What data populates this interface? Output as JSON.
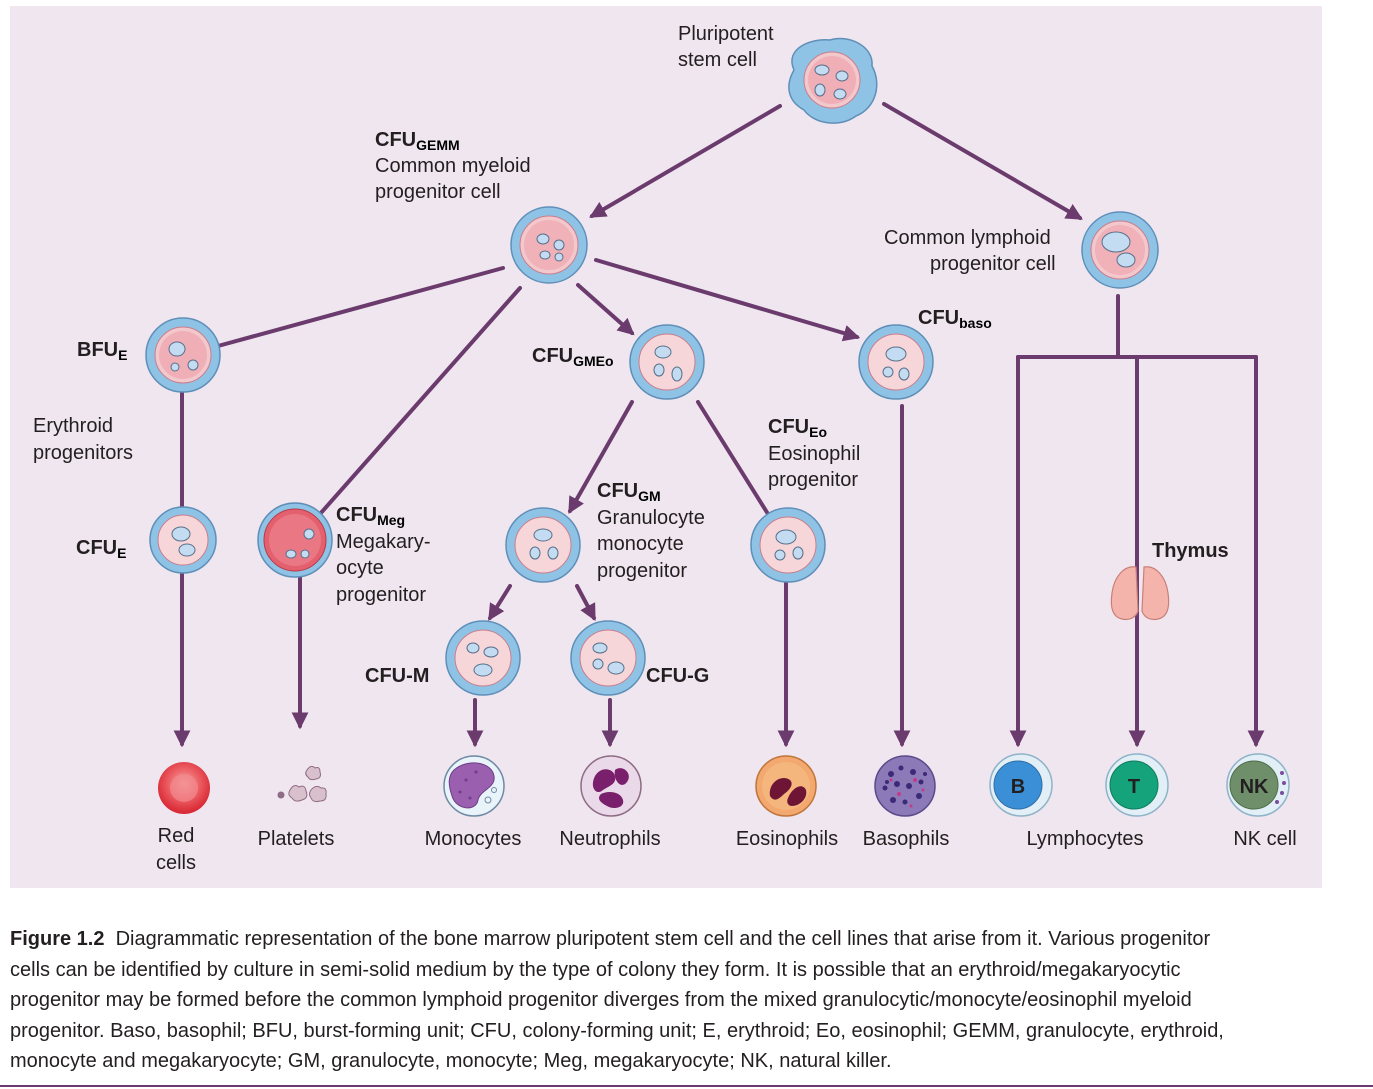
{
  "colors": {
    "panel": "#efe6ef",
    "arrow": "#6b3b6d",
    "membrane": "#8fc3e6",
    "cytoplasm": "#f2c8cd",
    "nucleus": "#c3dcf1",
    "red_cell": "#e23b47",
    "b_cell": "#3b8fd6",
    "t_cell": "#14a37a",
    "nk_cell": "#6f8f6a",
    "thymus": "#f4b4ac"
  },
  "labels": {
    "pluripotent_line1": "Pluripotent",
    "pluripotent_line2": "stem cell",
    "gemm_main": "CFU",
    "gemm_sub": "GEMM",
    "gemm_line2": "Common myeloid",
    "gemm_line3": "progenitor cell",
    "lymphoid_line1": "Common lymphoid",
    "lymphoid_line2": "progenitor cell",
    "bfue_main": "BFU",
    "bfue_sub": "E",
    "erythroid_line1": "Erythroid",
    "erythroid_line2": "progenitors",
    "cfue_main": "CFU",
    "cfue_sub": "E",
    "gmeo_main": "CFU",
    "gmeo_sub": "GMEo",
    "baso_main": "CFU",
    "baso_sub": "baso",
    "eo_main": "CFU",
    "eo_sub": "Eo",
    "eo_line2": "Eosinophil",
    "eo_line3": "progenitor",
    "meg_main": "CFU",
    "meg_sub": "Meg",
    "meg_line2": "Megakary-",
    "meg_line3": "ocyte",
    "meg_line4": "progenitor",
    "gm_main": "CFU",
    "gm_sub": "GM",
    "gm_line2": "Granulocyte",
    "gm_line3": "monocyte",
    "gm_line4": "progenitor",
    "cfum": "CFU-M",
    "cfug": "CFU-G",
    "thymus": "Thymus",
    "b_letter": "B",
    "t_letter": "T",
    "nk_letter": "NK"
  },
  "outputs": {
    "red_line1": "Red",
    "red_line2": "cells",
    "platelets": "Platelets",
    "monocytes": "Monocytes",
    "neutrophils": "Neutrophils",
    "eosinophils": "Eosinophils",
    "basophils": "Basophils",
    "lymphocytes": "Lymphocytes",
    "nk_cell": "NK cell"
  },
  "caption": {
    "figure_label": "Figure 1.2",
    "line1": "Diagrammatic representation of the bone marrow pluripotent stem cell and the cell lines that arise from it. Various progenitor",
    "line2": "cells can be identified by culture in semi-solid medium by the type of colony they form. It is possible that an erythroid/megakaryocytic",
    "line3": "progenitor may be formed before the common lymphoid progenitor diverges from the mixed granulocytic/monocyte/eosinophil myeloid",
    "line4": "progenitor. Baso, basophil; BFU, burst-forming unit; CFU, colony-forming unit; E, erythroid; Eo, eosinophil; GEMM, granulocyte, erythroid,",
    "line5": "monocyte and megakaryocyte; GM, granulocyte, monocyte; Meg, megakaryocyte; NK, natural killer."
  }
}
